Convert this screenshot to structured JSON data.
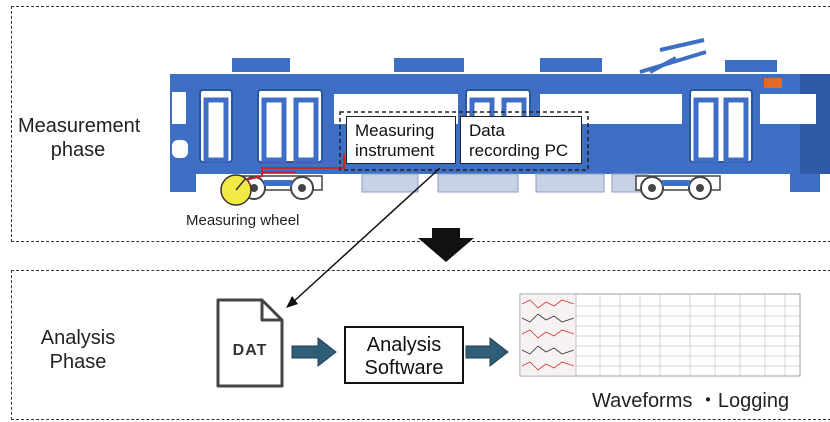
{
  "phases": {
    "measurement": {
      "label": "Measurement\nphase"
    },
    "analysis": {
      "label": "Analysis\nPhase"
    }
  },
  "measurement": {
    "wheel_label": "Measuring wheel",
    "instrument_label": "Measuring\ninstrument",
    "recorder_label": "Data\nrecording PC"
  },
  "analysis": {
    "file_label": "DAT",
    "software_label": "Analysis\nSoftware",
    "output_label": "Waveforms ・Logging"
  },
  "colors": {
    "train_body": "#3f6fc4",
    "train_window": "#ffffff",
    "arrow_fill": "#2f5f78",
    "wheel_yellow": "#f2ea44",
    "sensor_line": "#d0202c",
    "underfloor_box": "#c7d2e6"
  }
}
